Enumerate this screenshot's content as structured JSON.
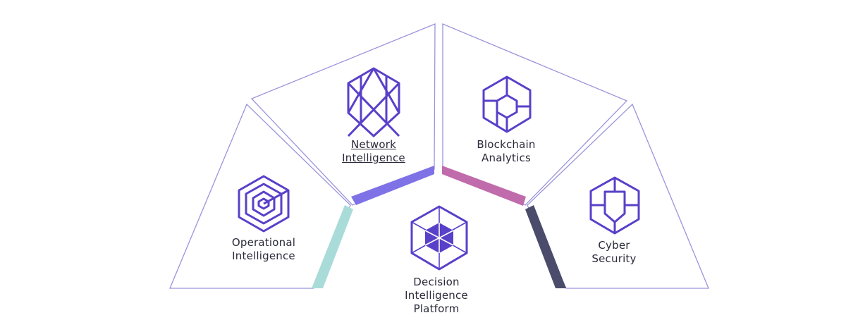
{
  "segments": [
    {
      "id": "network",
      "lines": [
        "Network",
        "Intelligence"
      ],
      "linked": true,
      "accent": "#7f72e6"
    },
    {
      "id": "blockchain",
      "lines": [
        "Blockchain",
        "Analytics"
      ],
      "linked": false,
      "accent": "#c06bab"
    },
    {
      "id": "operational",
      "lines": [
        "Operational",
        "Intelligence"
      ],
      "linked": false,
      "accent": "#a9dcd9"
    },
    {
      "id": "decision",
      "lines": [
        "Decision",
        "Intelligence",
        "Platform"
      ],
      "linked": false,
      "accent": "#5c4ad6"
    },
    {
      "id": "cyber",
      "lines": [
        "Cyber",
        "Security"
      ],
      "linked": false,
      "accent": "#4b4c6b"
    }
  ],
  "colors": {
    "outline": "#9b94dc",
    "icon": "#5940c9"
  }
}
